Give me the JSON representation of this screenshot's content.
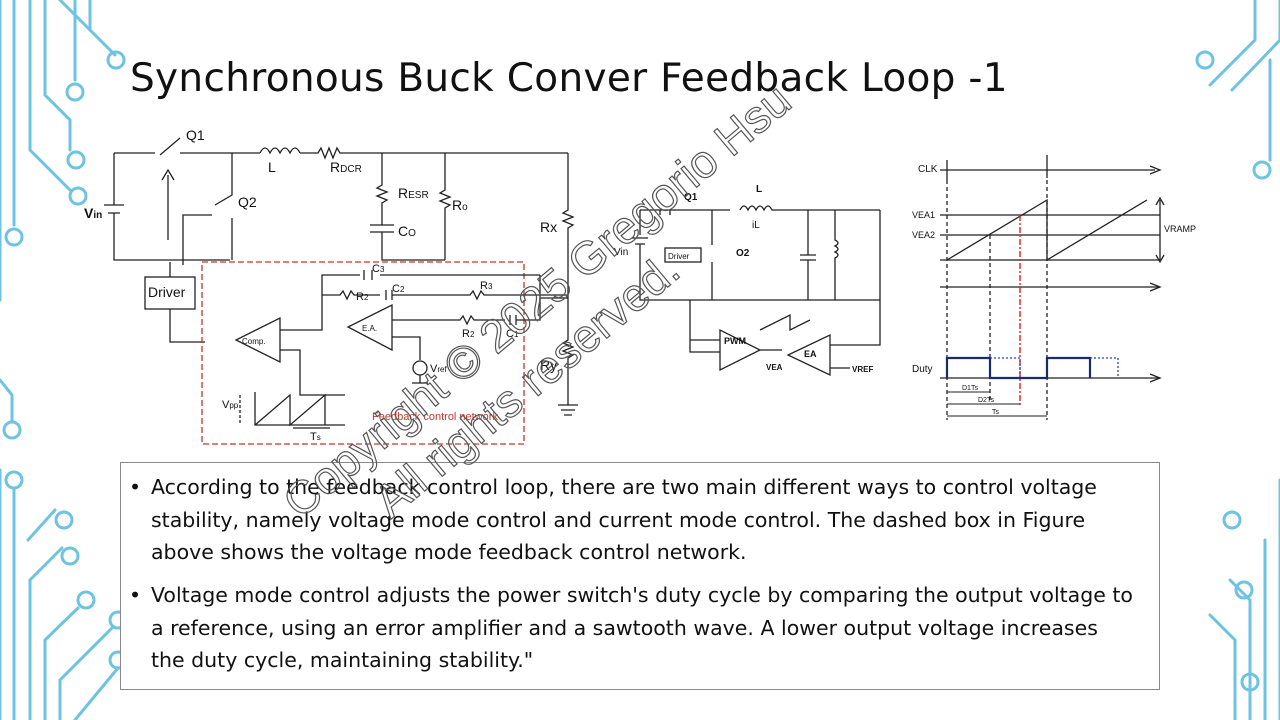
{
  "slide": {
    "title": "Synchronous Buck Conver Feedback Loop -1",
    "accent_color": "#5ab4d6",
    "bullets": [
      "According to the feedback control loop, there are two main different ways to control voltage stability, namely voltage mode control and current mode control. The dashed box in Figure above shows the voltage mode feedback control network.",
      "Voltage mode control adjusts the power switch's duty cycle by comparing the output voltage to a reference, using an error amplifier and a sawtooth wave. A lower output voltage increases the duty cycle, maintaining stability.\""
    ]
  },
  "figure_left": {
    "q1": "Q1",
    "q2": "Q2",
    "l": "L",
    "rdcr": "R",
    "rdcr_sub": "DCR",
    "resr": "R",
    "resr_sub": "ESR",
    "ro": "R",
    "ro_sub": "o",
    "co": "C",
    "co_sub": "O",
    "rx": "Rx",
    "ry": "Ry",
    "vin": "V",
    "vin_sub": "in",
    "driver": "Driver",
    "c3": "C",
    "c3_sub": "3",
    "r2a": "R",
    "r2a_sub": "2",
    "c2": "C",
    "c2_sub": "2",
    "r3": "R",
    "r3_sub": "3",
    "r2b": "R",
    "r2b_sub": "2",
    "c1": "C",
    "c1_sub": "1",
    "ea": "E.A.",
    "comp": "Comp.",
    "vref": "V",
    "vref_sub": "ref",
    "vpp": "V",
    "vpp_sub": "pp",
    "ts": "T",
    "ts_sub": "s",
    "network_label": "Feedback control network"
  },
  "figure_middle": {
    "q1": "Q1",
    "q2": "O2",
    "l": "L",
    "il": "iL",
    "vin": "Vin",
    "driver": "Driver",
    "pwm": "PWM",
    "ea": "EA",
    "vea": "VEA",
    "vref": "VREF"
  },
  "figure_right": {
    "clk": "CLK",
    "vea1": "VEA1",
    "vea2": "VEA2",
    "vramp": "VRAMP",
    "duty": "Duty",
    "d1ts": "D1Ts",
    "d2ts": "D2Ts",
    "ts": "Ts"
  },
  "watermark": {
    "line1": "Copyright © 2025 Gregorio Hsu",
    "line2": "All rights reserved."
  }
}
